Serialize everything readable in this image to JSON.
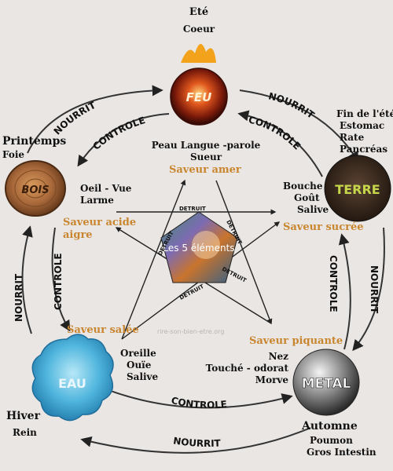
{
  "colors": {
    "background": "#e9e6e4",
    "taste_text": "#c9862f",
    "arrow": "#333333",
    "fire": "#c2410c",
    "wood": "#9a5a2a",
    "earth": "#3b2a1e",
    "metal": "#6b6b6b",
    "water": "#3fa9d4"
  },
  "elements": {
    "fire": {
      "label": "FEU",
      "icon": "fire-orb",
      "season": "Eté",
      "organs": [
        "Coeur"
      ]
    },
    "wood": {
      "label": "BOIS",
      "icon": "wood-log",
      "season": "Printemps",
      "organs": [
        "Foie"
      ]
    },
    "earth": {
      "label": "TERRE",
      "icon": "soil-disc",
      "season": "Fin de l'été",
      "organs": [
        "Estomac",
        "Rate",
        "Pancréas"
      ]
    },
    "metal": {
      "label": "METAL",
      "icon": "metal-ball",
      "season": "Automne",
      "organs": [
        "Poumon",
        "Gros Intestin"
      ]
    },
    "water": {
      "label": "EAU",
      "icon": "water-splash",
      "season": "Hiver",
      "organs": [
        "Rein"
      ]
    }
  },
  "senses": {
    "fire": [
      "Peau Langue -parole",
      "Sueur"
    ],
    "wood": [
      "Oeil - Vue",
      "Larme"
    ],
    "earth": [
      "Bouche",
      "Goût",
      "Salive"
    ],
    "metal": [
      "Nez",
      "Touché - odorat",
      "Morve"
    ],
    "water": [
      "Oreille",
      "Ouïe",
      "Salive"
    ]
  },
  "tastes": {
    "fire": "Saveur amer",
    "wood": [
      "Saveur acide",
      "aigre"
    ],
    "earth": "Saveur  sucrée",
    "metal": "Saveur piquante",
    "water": "Saveur salée"
  },
  "cycle_labels": {
    "nourrit": "NOURRIT",
    "controle": "CONTROLE"
  },
  "star": {
    "center_label": "Les 5 éléments",
    "edge_label": "DETRUIT"
  },
  "watermark": "rire-son-bien-etre.org"
}
